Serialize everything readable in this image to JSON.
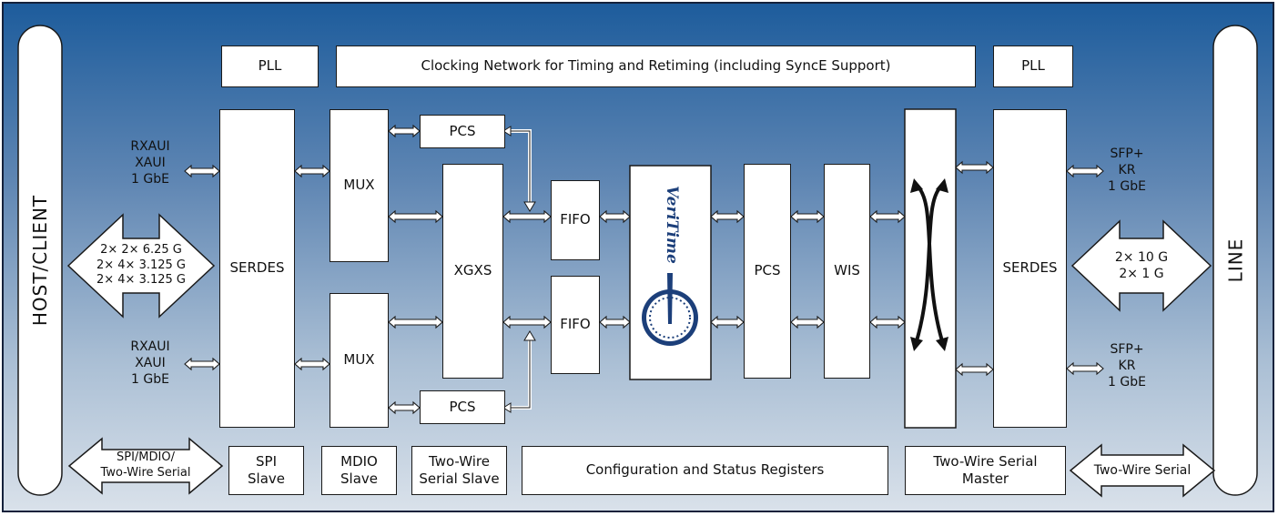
{
  "blocks": {
    "pll_left": "PLL",
    "clocking": "Clocking Network for Timing and Retiming (including SyncE Support)",
    "pll_right": "PLL",
    "serdes_left": "SERDES",
    "mux_top": "MUX",
    "mux_bottom": "MUX",
    "pcs_top": "PCS",
    "pcs_bottom": "PCS",
    "xgxs": "XGXS",
    "fifo_top": "FIFO",
    "fifo_bottom": "FIFO",
    "pcs_mid": "PCS",
    "wis": "WIS",
    "serdes_right": "SERDES",
    "spi_slave": "SPI\nSlave",
    "mdio_slave": "MDIO\nSlave",
    "twowire_slave": "Two-Wire\nSerial Slave",
    "config_status": "Configuration and Status Registers",
    "twowire_master": "Two-Wire Serial\nMaster"
  },
  "labels": {
    "host_client": "HOST/CLIENT",
    "line": "LINE",
    "host_top_if": "RXAUI\nXAUI\n1 GbE",
    "host_bottom_if": "RXAUI\nXAUI\n1 GbE",
    "host_rates": "2× 2× 6.25 G\n2× 4× 3.125 G\n2× 4× 3.125 G",
    "line_top_if": "SFP+\nKR\n1 GbE",
    "line_bottom_if": "SFP+\nKR\n1 GbE",
    "line_rates": "2× 10 G\n2× 1 G",
    "mgmt_left": "SPI/MDIO/\nTwo-Wire Serial",
    "mgmt_right": "Two-Wire Serial"
  },
  "logo": {
    "text": "VeriTime",
    "color": "#1c3f7a"
  },
  "colors": {
    "background_top": "#1d5c9c",
    "background_bottom": "#d9e1ea",
    "border": "#14213b"
  }
}
